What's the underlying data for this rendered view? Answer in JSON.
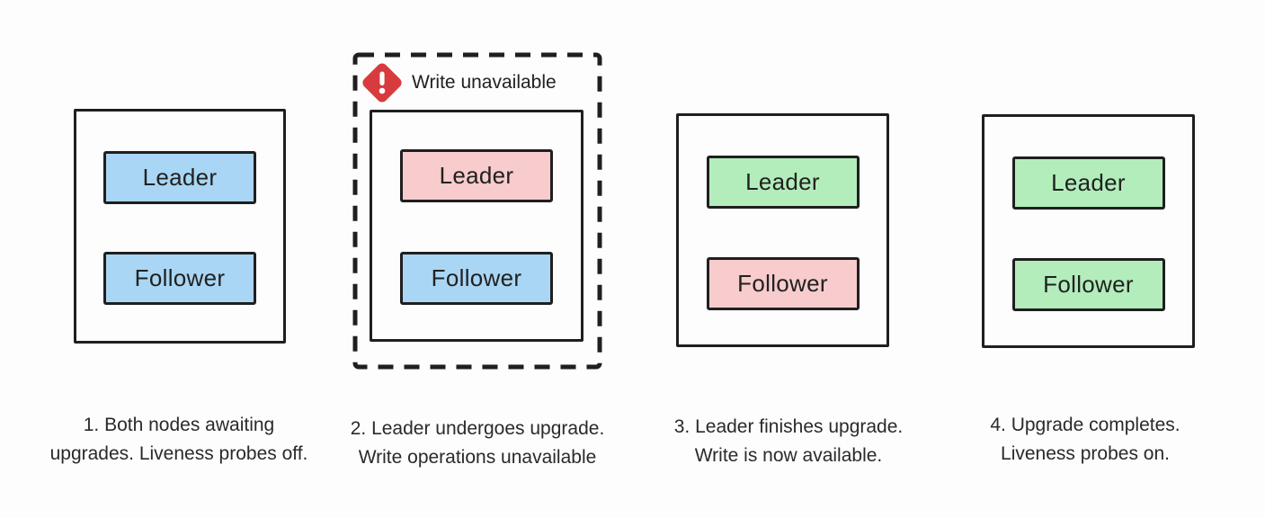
{
  "diagram": {
    "colors": {
      "background": "#fdfdfd",
      "stroke": "#1f1f1f",
      "node_blue": "#a9d6f4",
      "node_pink": "#f8cbcd",
      "node_green": "#b2edbb",
      "warning_red": "#d83b3d",
      "text": "#212121"
    },
    "stages": [
      {
        "nodes": [
          {
            "label": "Leader",
            "color": "#a9d6f4"
          },
          {
            "label": "Follower",
            "color": "#a9d6f4"
          }
        ],
        "caption": {
          "line1": "1. Both nodes awaiting",
          "line2": "upgrades. Liveness probes off."
        }
      },
      {
        "warning_label": "Write unavailable",
        "nodes": [
          {
            "label": "Leader",
            "color": "#f8cbcd"
          },
          {
            "label": "Follower",
            "color": "#a9d6f4"
          }
        ],
        "caption": {
          "line1": "2. Leader undergoes upgrade.",
          "line2": "Write operations unavailable"
        }
      },
      {
        "nodes": [
          {
            "label": "Leader",
            "color": "#b2edbb"
          },
          {
            "label": "Follower",
            "color": "#f8cbcd"
          }
        ],
        "caption": {
          "line1": "3. Leader finishes upgrade.",
          "line2": "Write is now available."
        }
      },
      {
        "nodes": [
          {
            "label": "Leader",
            "color": "#b2edbb"
          },
          {
            "label": "Follower",
            "color": "#b2edbb"
          }
        ],
        "caption": {
          "line1": "4. Upgrade completes.",
          "line2": "Liveness probes on."
        }
      }
    ]
  }
}
